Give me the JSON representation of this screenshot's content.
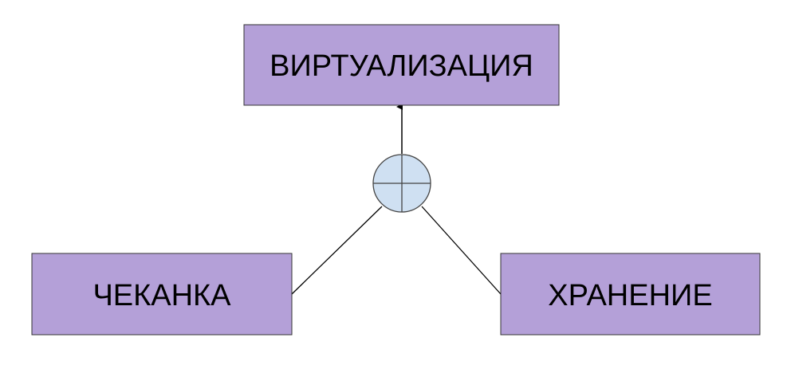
{
  "diagram": {
    "nodes": {
      "top": {
        "label": "ВИРТУАЛИЗАЦИЯ"
      },
      "left": {
        "label": "ЧЕКАНКА"
      },
      "right": {
        "label": "ХРАНЕНИЕ"
      }
    },
    "connector": {
      "type": "or-junction",
      "icon": "circle-cross-icon"
    },
    "colors": {
      "box_fill": "#b4a0d8",
      "box_stroke": "#333333",
      "junction_fill": "#cfe0f2",
      "junction_stroke": "#444444",
      "line": "#000000"
    }
  }
}
